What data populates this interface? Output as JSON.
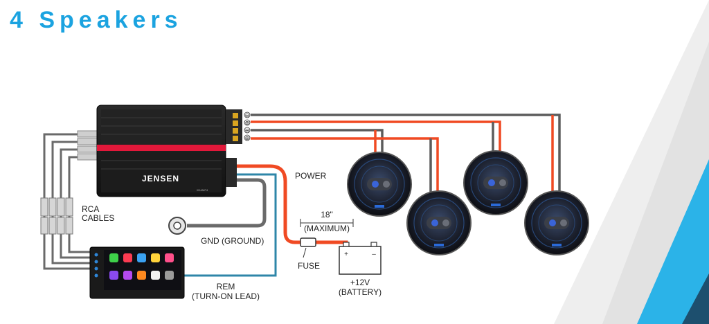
{
  "title": "4 Speakers",
  "amplifier": {
    "brand": "JENSEN",
    "model": "XDAMP4"
  },
  "labels": {
    "power": "POWER",
    "rca_line1": "RCA",
    "rca_line2": "CABLES",
    "gnd": "GND (GROUND)",
    "length_line1": "18\"",
    "length_line2": "(MAXIMUM)",
    "fuse": "FUSE",
    "battery_line1": "+12V",
    "battery_line2": "(BATTERY)",
    "battery_plus": "+",
    "battery_minus": "–",
    "rem_line1": "REM",
    "rem_line2": "(TURN-ON LEAD)"
  },
  "terminals": [
    "⊖",
    "⊕",
    "⊖",
    "⊕"
  ],
  "colors": {
    "title": "#1ba3e0",
    "wire_red": "#f04a23",
    "wire_gray": "#5c5c5c",
    "wire_blue": "#2e86a8",
    "amp_accent": "#e2183a",
    "corner_blue": "#2bb3e8",
    "corner_gray": "#e9e9e9"
  }
}
